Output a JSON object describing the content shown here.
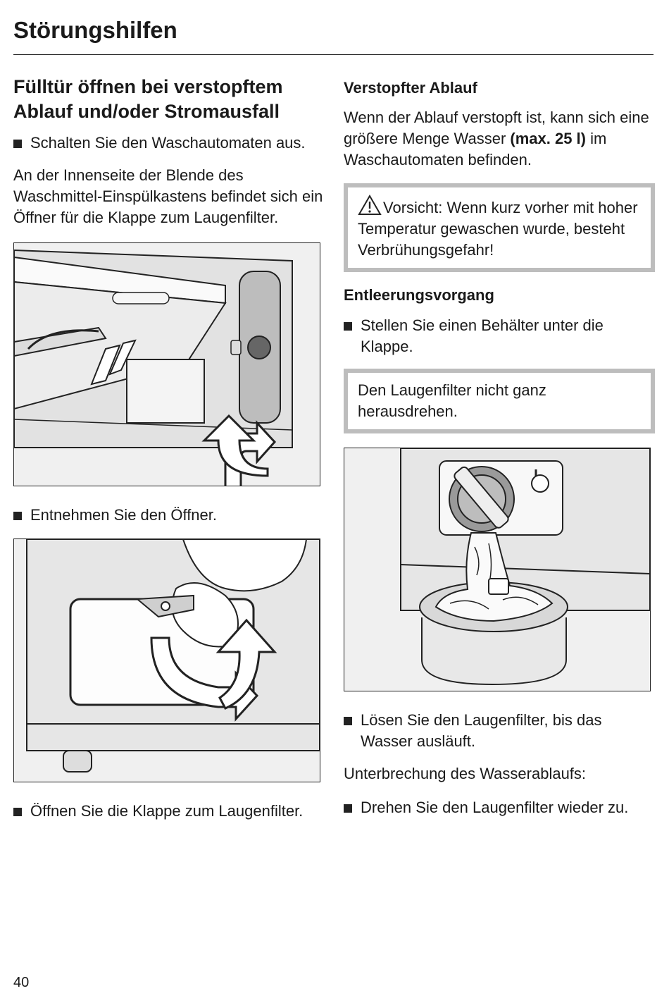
{
  "header": {
    "title": "Störungshilfen"
  },
  "left": {
    "heading": "Fülltür öffnen bei verstopftem Ablauf und/oder Stromausfall",
    "bullet1": "Schalten Sie den Waschautomaten aus.",
    "para1": "An der Innenseite der Blende des Waschmittel-Einspülkastens befindet sich ein Öffner für die Klappe zum Laugenfilter.",
    "bullet2": "Entnehmen Sie den Öffner.",
    "bullet3": "Öffnen Sie die Klappe zum Laugenfilter."
  },
  "right": {
    "sub1": "Verstopfter Ablauf",
    "para1_a": "Wenn der Ablauf verstopft ist, kann sich eine größere Menge Wasser ",
    "para1_bold": "(max. 25 l)",
    "para1_b": " im Waschautomaten befinden.",
    "warning": "Vorsicht: Wenn kurz vorher mit hoher Temperatur gewaschen wurde, besteht Verbrühungsgefahr!",
    "sub2": "Entleerungsvorgang",
    "bullet1": "Stellen Sie einen Behälter unter die Klappe.",
    "notice": "Den Laugenfilter nicht ganz herausdrehen.",
    "bullet2": "Lösen Sie den Laugenfilter, bis das Wasser ausläuft.",
    "para2": "Unterbrechung des Wasserablaufs:",
    "bullet3": "Drehen Sie den Laugenfilter wieder zu."
  },
  "footer": {
    "page_number": "40"
  }
}
